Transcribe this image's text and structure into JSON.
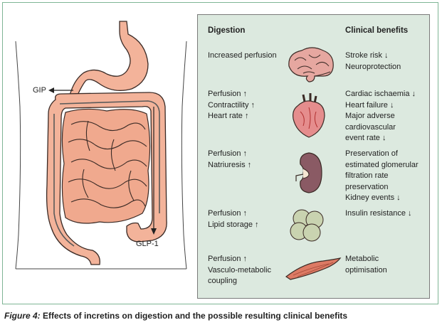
{
  "illustration": {
    "gip_label": "GIP",
    "glp1_label": "GLP-1"
  },
  "panel": {
    "digestion_header": "Digestion",
    "clinical_header": "Clinical benefits",
    "rows": [
      {
        "organ_icon": "brain-icon",
        "digestion": [
          "Increased perfusion"
        ],
        "clinical": [
          "Stroke risk ↓",
          "Neuroprotection"
        ]
      },
      {
        "organ_icon": "heart-icon",
        "digestion": [
          "Perfusion ↑",
          "Contractility ↑",
          "Heart rate ↑"
        ],
        "clinical": [
          "Cardiac ischaemia ↓",
          "Heart failure ↓",
          "Major adverse",
          "cardiovascular",
          "event rate ↓"
        ]
      },
      {
        "organ_icon": "kidney-icon",
        "digestion": [
          "Perfusion ↑",
          "Natriuresis ↑"
        ],
        "clinical": [
          "Preservation of",
          "estimated glomerular",
          "filtration rate",
          "preservation",
          "Kidney events ↓"
        ]
      },
      {
        "organ_icon": "fat-cells-icon",
        "digestion": [
          "Perfusion ↑",
          "Lipid storage ↑"
        ],
        "clinical": [
          "Insulin resistance ↓"
        ]
      },
      {
        "organ_icon": "muscle-icon",
        "digestion": [
          "Perfusion ↑",
          "Vasculo-metabolic",
          "coupling"
        ],
        "clinical": [
          "Metabolic",
          "optimisation"
        ]
      }
    ]
  },
  "caption": {
    "lead": "Figure 4:",
    "text": " Effects of incretins on digestion and the possible resulting clinical benefits"
  },
  "colors": {
    "frame": "#7fb595",
    "panel_bg": "#dce9df",
    "gut_fill": "#f3b39a",
    "gut_stroke": "#3a2a25"
  }
}
